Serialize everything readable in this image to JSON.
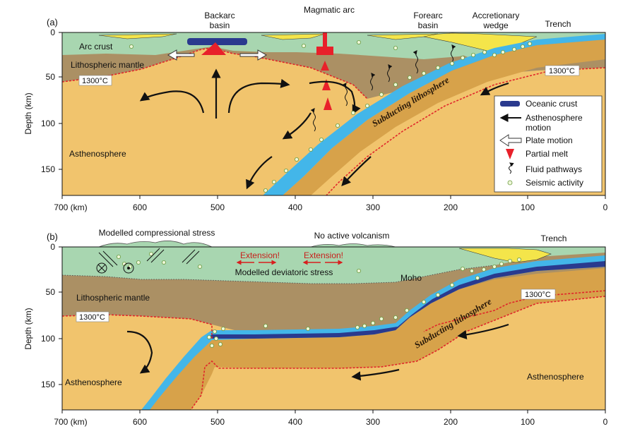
{
  "colors": {
    "asthenosphere": "#f1c46d",
    "lithospheric_mantle": "#ab9064",
    "arc_crust": "#a8d6b0",
    "slab": "#d7a24a",
    "slab_blue": "#43b6e9",
    "oceanic_crust": "#2a3a8e",
    "sediment": "#f4e54a",
    "melt": "#e8202a",
    "isotherm": "#e0252a"
  },
  "panel_a": {
    "tag": "(a)",
    "labels": {
      "backarc_basin": "Backarc basin",
      "backarc_basin_l1": "Backarc",
      "backarc_basin_l2": "basin",
      "magmatic_arc": "Magmatic arc",
      "forearc_basin_l1": "Forearc",
      "forearc_basin_l2": "basin",
      "accretionary_wedge_l1": "Accretionary",
      "accretionary_wedge_l2": "wedge",
      "trench": "Trench",
      "arc_crust": "Arc crust",
      "lithospheric_mantle": "Lithospheric mantle",
      "asthenosphere": "Asthenosphere",
      "isotherm_left": "1300°C",
      "isotherm_right": "1300°C",
      "slab": "Subducting lithosphere"
    },
    "legend": [
      {
        "icon": "oceanic-crust-swatch",
        "label": "Oceanic crust"
      },
      {
        "icon": "black-arrow-icon",
        "label_l1": "Asthenosphere",
        "label_l2": "motion"
      },
      {
        "icon": "white-arrow-icon",
        "label": "Plate motion"
      },
      {
        "icon": "melt-drop-icon",
        "label": "Partial melt"
      },
      {
        "icon": "fluid-path-icon",
        "label": "Fluid pathways"
      },
      {
        "icon": "seismic-dot-icon",
        "label": "Seismic activity"
      }
    ],
    "y_axis": {
      "label": "Depth (km)",
      "ticks": [
        "0",
        "50",
        "100",
        "150"
      ]
    },
    "x_axis": {
      "ticks": [
        "700 (km)",
        "600",
        "500",
        "400",
        "300",
        "200",
        "100",
        "0"
      ]
    }
  },
  "panel_b": {
    "tag": "(b)",
    "labels": {
      "compressional_stress": "Modelled compressional stress",
      "no_volcanism": "No active volcanism",
      "trench": "Trench",
      "extension_1": "Extension!",
      "extension_2": "Extension!",
      "deviatoric_stress": "Modelled deviatoric stress",
      "moho": "Moho",
      "lithospheric_mantle": "Lithospheric mantle",
      "isotherm_left": "1300°C",
      "isotherm_right": "1300°C",
      "asthenosphere_left": "Asthenosphere",
      "asthenosphere_right": "Asthenosphere",
      "slab": "Subducting lithosphere"
    },
    "y_axis": {
      "label": "Depth (km)",
      "ticks": [
        "0",
        "50",
        "100",
        "150"
      ]
    },
    "x_axis": {
      "ticks": [
        "700 (km)",
        "600",
        "500",
        "400",
        "300",
        "200",
        "100",
        "0"
      ]
    }
  }
}
